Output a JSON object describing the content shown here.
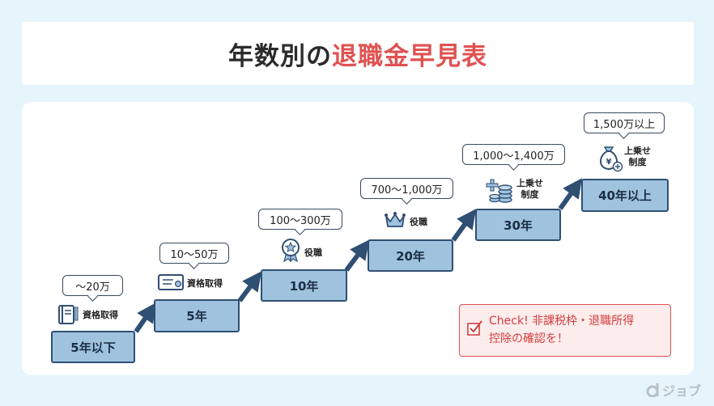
{
  "title": {
    "main": "年数別の",
    "accent": "退職金早見表"
  },
  "steps": [
    {
      "label": "5年以下",
      "amount": "〜20万",
      "icon": "handbook-icon",
      "note": "資格取得"
    },
    {
      "label": "5年",
      "amount": "10〜50万",
      "icon": "certificate-icon",
      "note": "資格取得"
    },
    {
      "label": "10年",
      "amount": "100〜300万",
      "icon": "medal-icon",
      "note": "役職"
    },
    {
      "label": "20年",
      "amount": "700〜1,000万",
      "icon": "crown-icon",
      "note": "役職"
    },
    {
      "label": "30年",
      "amount": "1,000〜1,400万",
      "icon": "coins-plus-icon",
      "note_line1": "上乗せ",
      "note_line2": "制度"
    },
    {
      "label": "40年以上",
      "amount": "1,500万以上",
      "icon": "money-bag-icon",
      "note_line1": "上乗せ",
      "note_line2": "制度"
    }
  ],
  "check": {
    "line1": "Check! 非課税枠・退職所得",
    "line2": "控除の確認を！"
  },
  "logo": {
    "mark": "d",
    "text": "ジョブ"
  },
  "colors": {
    "accent": "#e05252",
    "step_fill": "#9fc3df",
    "step_border": "#2f4f73",
    "arrow": "#2f4f73",
    "background": "#e6f4fb"
  }
}
